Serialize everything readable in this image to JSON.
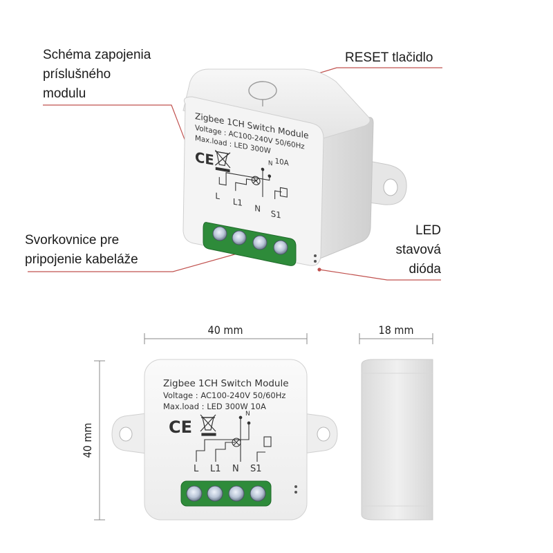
{
  "callouts": {
    "schema": [
      "Schéma zapojenia",
      "príslušného",
      "modulu"
    ],
    "reset": "RESET tlačidlo",
    "terminal": [
      "Svorkovnice pre",
      "pripojenie kabeláže"
    ],
    "led": [
      "LED",
      "stavová",
      "dióda"
    ]
  },
  "device_label": {
    "title": "Zigbee 1CH Switch Module",
    "voltage": "Voltage : AC100-240V 50/60Hz",
    "maxload": "Max.load : LED 300W",
    "maxload_short": "Max.load : LED 300W  10A",
    "current": "10A",
    "ce": "CE",
    "terminals": [
      "L",
      "L1",
      "N",
      "S1"
    ],
    "neutral_top": "N"
  },
  "dimensions": {
    "width": "40 mm",
    "depth": "18 mm",
    "height": "40 mm"
  },
  "colors": {
    "callout_line": "#c0504d",
    "terminal_green": "#2e8b3a",
    "housing": "#f2f2f2"
  }
}
